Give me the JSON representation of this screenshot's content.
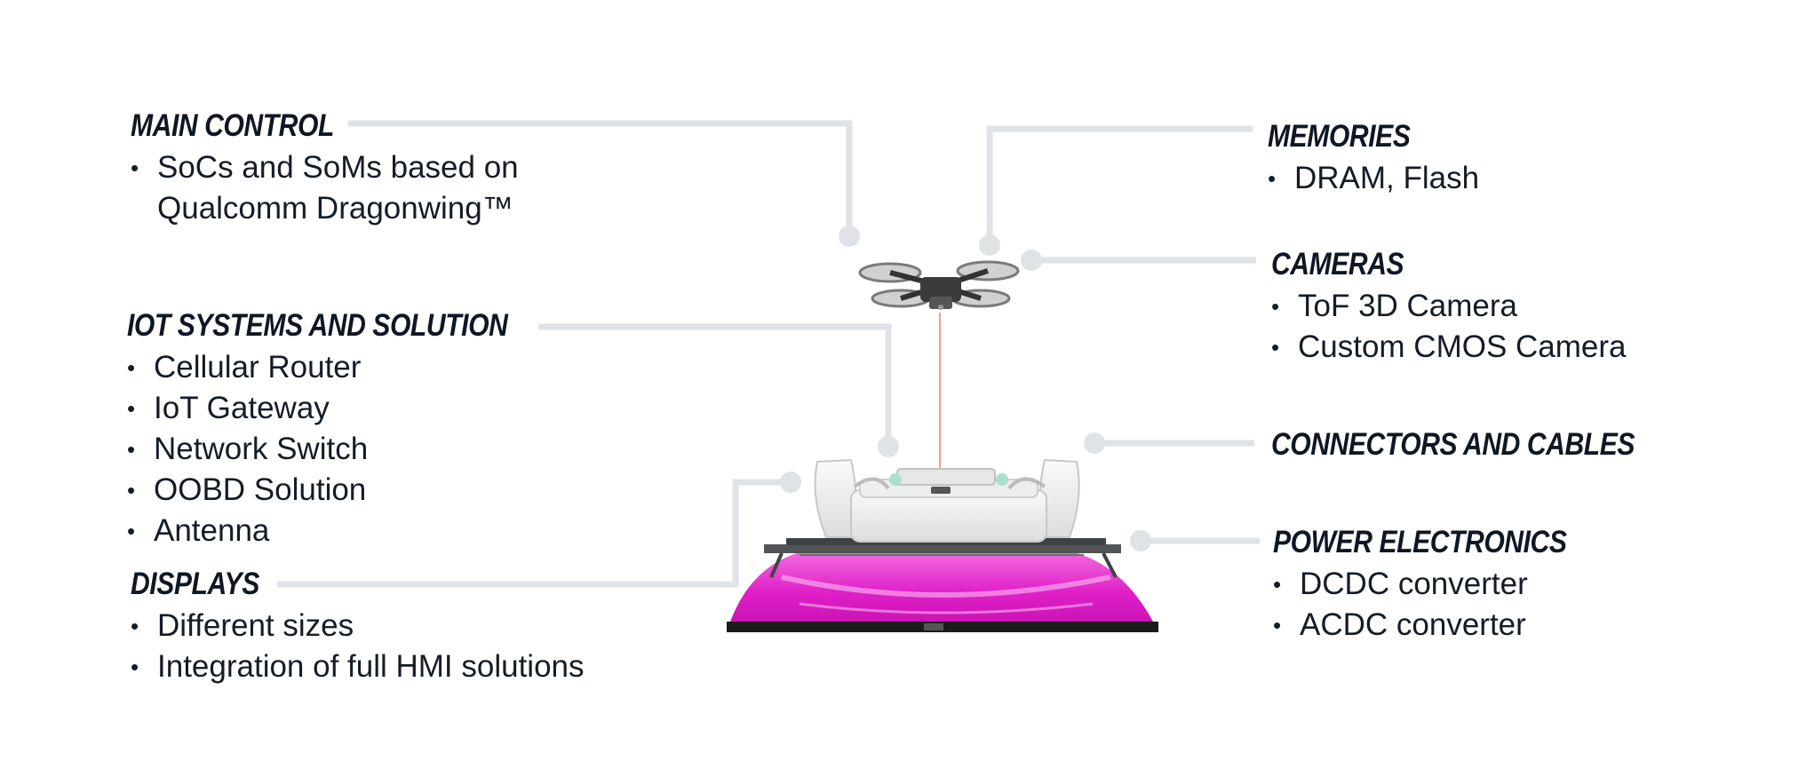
{
  "callouts": {
    "main_control": {
      "title": "MAIN CONTROL",
      "items": [
        "SoCs and SoMs based on Qualcomm Dragonwing™"
      ]
    },
    "iot_systems": {
      "title": "IOT SYSTEMS AND SOLUTION",
      "items": [
        "Cellular Router",
        "IoT Gateway",
        "Network Switch",
        "OOBD Solution",
        "Antenna"
      ]
    },
    "displays": {
      "title": "DISPLAYS",
      "items": [
        "Different sizes",
        "Integration of full HMI solutions"
      ]
    },
    "memories": {
      "title": "MEMORIES",
      "items": [
        "DRAM, Flash"
      ]
    },
    "cameras": {
      "title": "CAMERAS",
      "items": [
        "ToF 3D Camera",
        "Custom CMOS Camera"
      ]
    },
    "connectors": {
      "title": "CONNECTORS AND CABLES",
      "items": []
    },
    "power": {
      "title": "POWER ELECTRONICS",
      "items": [
        "DCDC converter",
        "ACDC converter"
      ]
    }
  },
  "illustration": {
    "subject": "drone-above-roof-dock-car",
    "car_color": "#e020c8",
    "connector_color": "#dfe2e6"
  }
}
